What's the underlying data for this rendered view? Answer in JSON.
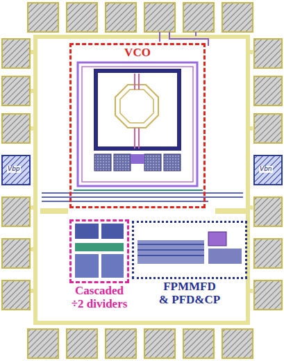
{
  "diagram": {
    "nodes": [
      {
        "text": [
          "VCO"
        ]
      },
      {
        "text": [
          "Cascaded ÷2 dividers"
        ]
      },
      {
        "text": [
          "FPMMFD & PFD&CP"
        ]
      }
    ],
    "labels": [
      "Vbp",
      "Vbn"
    ]
  }
}
